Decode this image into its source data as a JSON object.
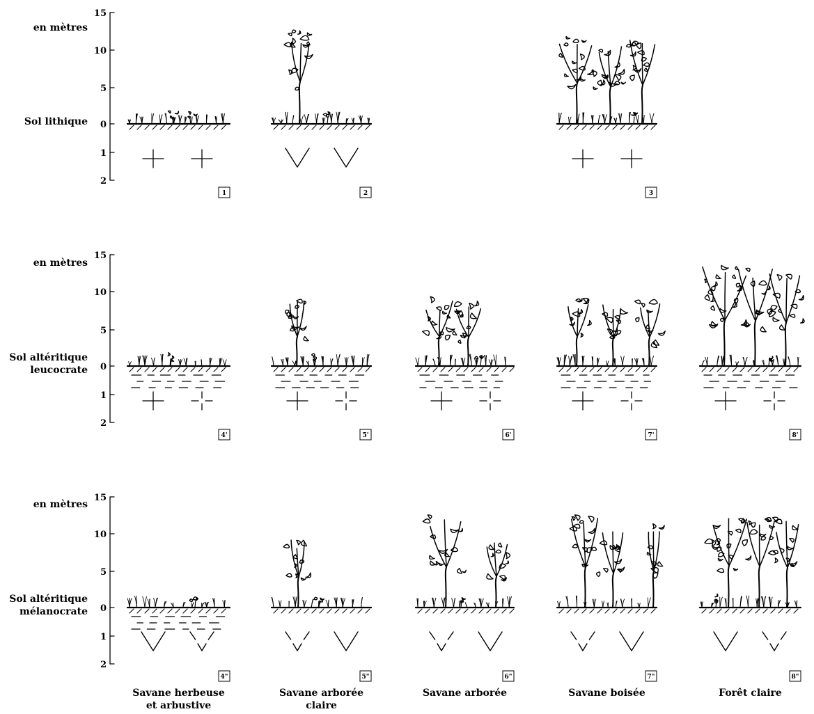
{
  "rows": [
    {
      "unit_label": "en mètres",
      "soil_label_lines": [
        "Sol lithique"
      ],
      "ticks": [
        "15",
        "10",
        "5",
        "0",
        "1",
        "2"
      ]
    },
    {
      "unit_label": "en mètres",
      "soil_label_lines": [
        "Sol altéritique",
        "leucocrate"
      ],
      "ticks": [
        "15",
        "10",
        "5",
        "0",
        "1",
        "2"
      ]
    },
    {
      "unit_label": "en mètres",
      "soil_label_lines": [
        "Sol altéritique",
        "mélanocrate"
      ],
      "ticks": [
        "15",
        "10",
        "5",
        "0",
        "1",
        "2"
      ]
    }
  ],
  "panels": [
    {
      "number": "1"
    },
    {
      "number": "2"
    },
    {
      "number": "3"
    },
    {
      "number": "4'"
    },
    {
      "number": "5'"
    },
    {
      "number": "6'"
    },
    {
      "number": "7'"
    },
    {
      "number": "8'"
    },
    {
      "number": "4\""
    },
    {
      "number": "5\""
    },
    {
      "number": "6\""
    },
    {
      "number": "7\""
    },
    {
      "number": "8\""
    }
  ],
  "captions": [
    [
      "Savane herbeuse",
      "et arbustive"
    ],
    [
      "Savane arborée",
      "claire"
    ],
    [
      "Savane arborée"
    ],
    [
      "Savane boisée"
    ],
    [
      "Forêt claire"
    ]
  ]
}
